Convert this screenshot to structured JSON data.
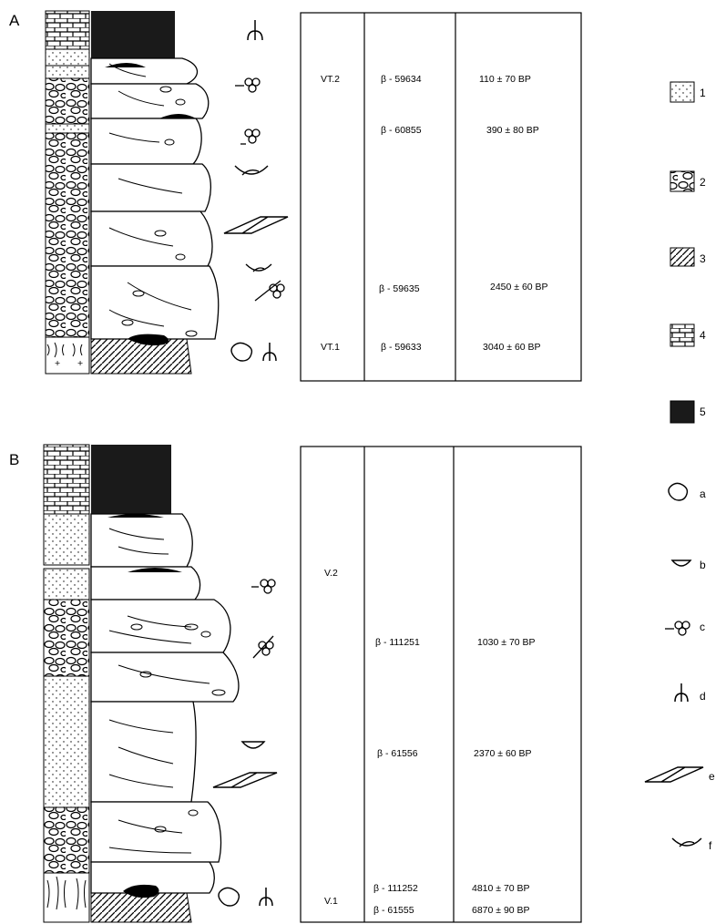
{
  "panels": [
    {
      "letter": "A",
      "levels": [
        "VT.2",
        "VT.1"
      ],
      "rows": [
        {
          "code": "β - 59634",
          "date": "110 ± 70 BP"
        },
        {
          "code": "β - 60855",
          "date": "390 ± 80 BP"
        },
        {
          "code": "β - 59635",
          "date": "2450 ± 60 BP"
        },
        {
          "code": "β - 59633",
          "date": "3040 ± 60 BP"
        }
      ]
    },
    {
      "letter": "B",
      "levels": [
        "V.2",
        "V.1"
      ],
      "rows": [
        {
          "code": "β - 111251",
          "date": "1030 ± 70 BP"
        },
        {
          "code": "β - 61556",
          "date": "2370 ± 60 BP"
        },
        {
          "code": "β - 111252",
          "date": "4810 ± 70 BP"
        },
        {
          "code": "β - 61555",
          "date": "6870 ± 90 BP"
        }
      ]
    }
  ],
  "legend": [
    "1",
    "2",
    "3",
    "4",
    "5",
    "a",
    "b",
    "c",
    "d",
    "e",
    "f"
  ],
  "icons": {
    "1": "fine-sand-dots-icon",
    "2": "gravel-pebbles-icon",
    "3": "hatched-bedrock-icon",
    "4": "soil-grid-icon",
    "5": "black-organic-layer-icon",
    "a": "bone-fragment-icon",
    "b": "charcoal-lens-icon",
    "c": "root-trace-icon",
    "d": "plant-stem-icon",
    "e": "cross-bedding-icon",
    "f": "trough-lamination-icon"
  }
}
